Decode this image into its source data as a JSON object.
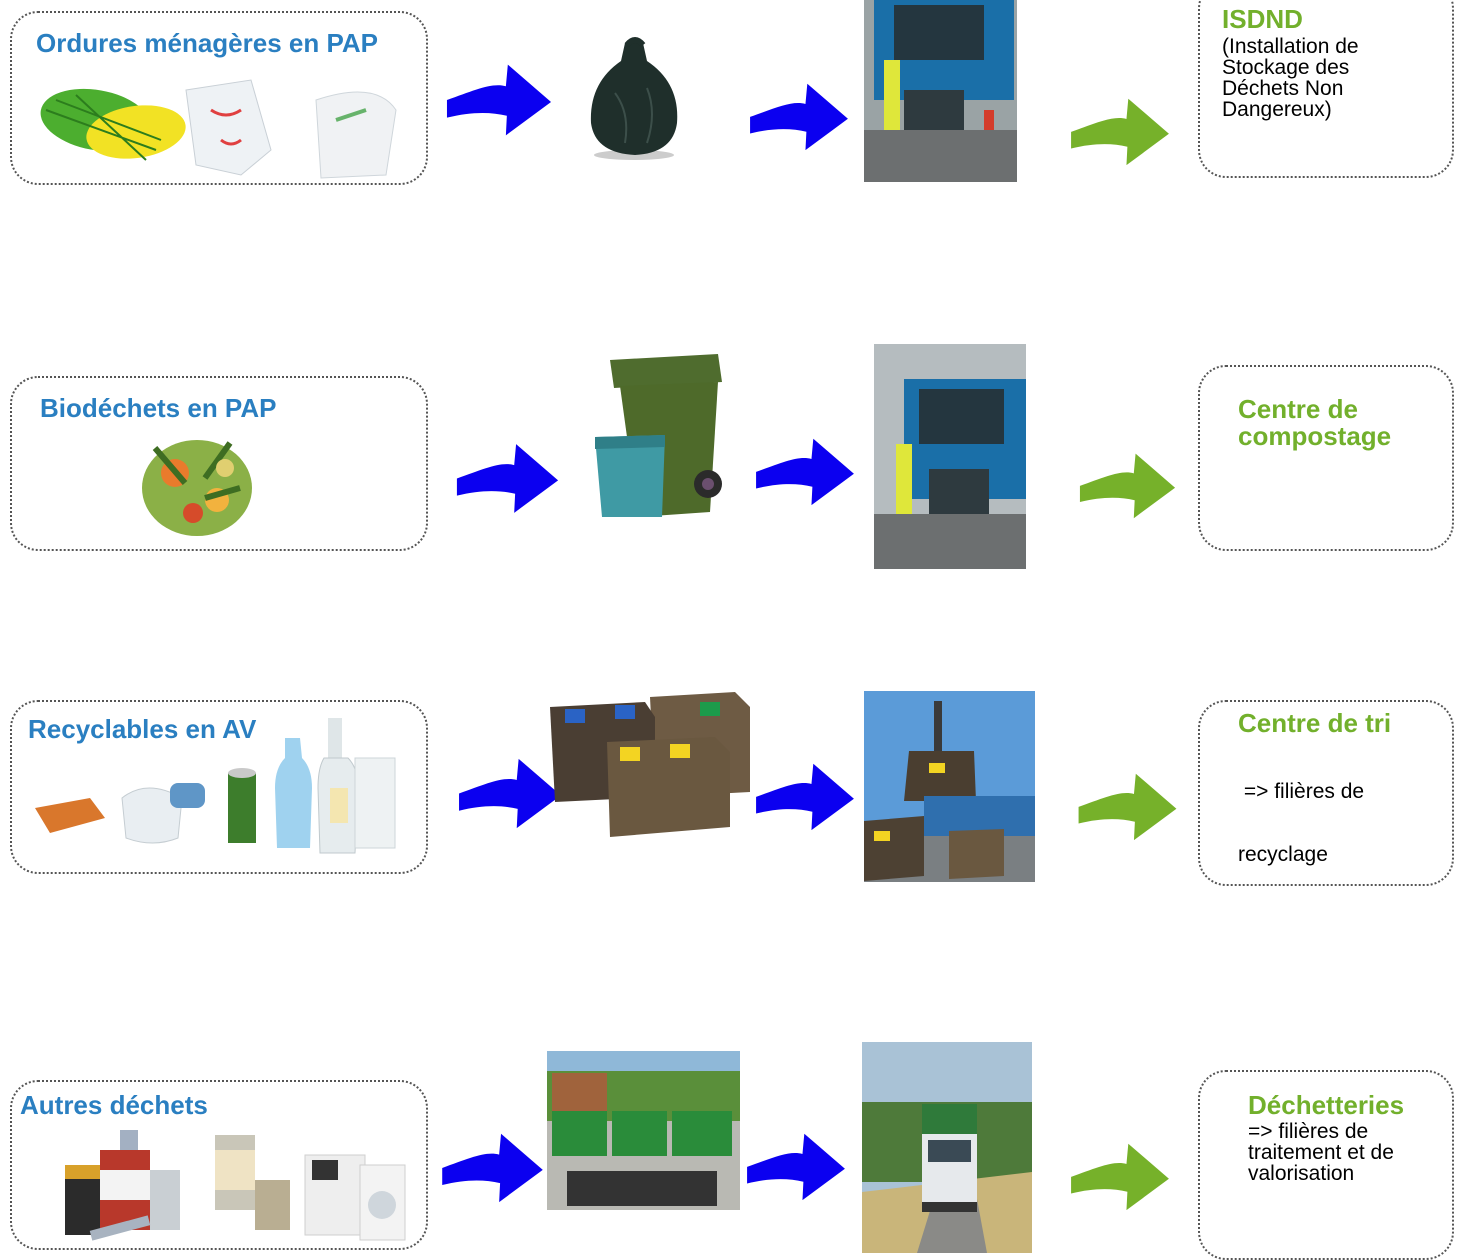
{
  "rows": [
    {
      "source_label": "Ordures ménagères en PAP",
      "dest_title": "ISDND",
      "dest_text_lines": [
        "(Installation de",
        "Stockage des",
        "Déchets Non",
        "Dangereux)"
      ]
    },
    {
      "source_label": "Biodéchets en PAP",
      "dest_title_lines": [
        "Centre de",
        "compostage"
      ]
    },
    {
      "source_label": "Recyclables en AV",
      "dest_title": "Centre de tri",
      "dest_text_lines": [
        " => filières de",
        "recyclage"
      ]
    },
    {
      "source_label": "Autres déchets",
      "dest_title": "Déchetteries",
      "dest_text_lines": [
        "=> filières de",
        "traitement et de",
        "valorisation"
      ]
    }
  ],
  "colors": {
    "blue_arrow": "#0b00f0",
    "green_arrow": "#76b12a",
    "source_text": "#2a7fc1",
    "dest_title": "#72b02c"
  },
  "icons": [
    "waste-items",
    "garbage-bag",
    "garbage-truck",
    "green-bin",
    "collection-truck",
    "recycling-bins",
    "crane-truck",
    "recycling-center",
    "dump-truck"
  ]
}
